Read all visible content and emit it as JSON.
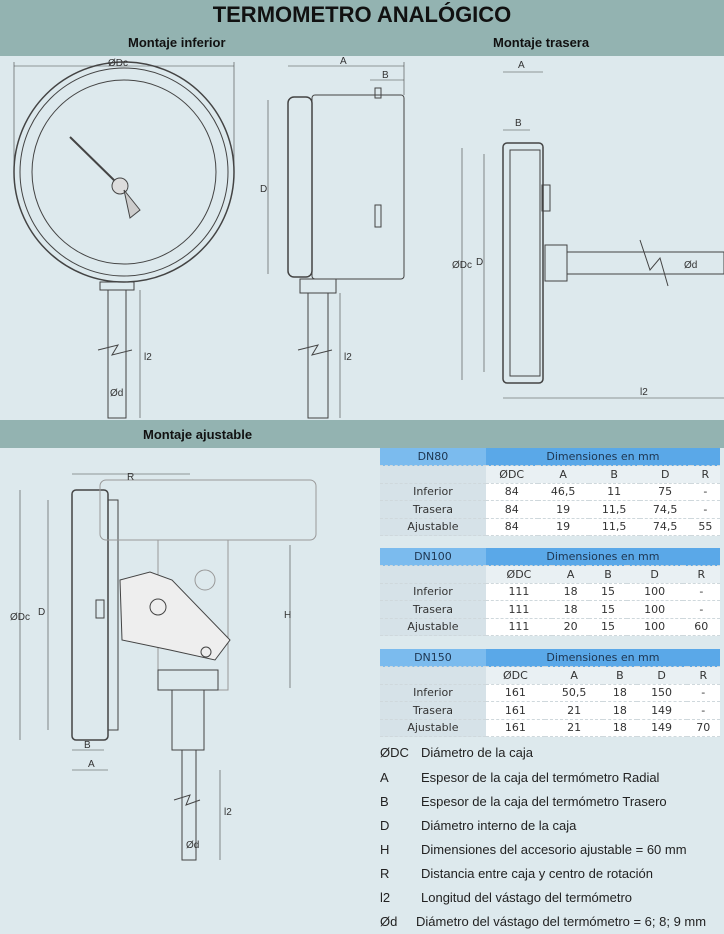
{
  "title": "TERMOMETRO ANALÓGICO",
  "sections": {
    "inferior": "Montaje inferior",
    "trasera": "Montaje trasera",
    "ajustable": "Montaje ajustable"
  },
  "labels": {
    "odc": "ØDc",
    "a": "A",
    "b": "B",
    "d": "D",
    "l2": "l2",
    "od": "Ød",
    "r": "R",
    "h": "H"
  },
  "tables": [
    {
      "dn": "DN80",
      "header": "Dimensiones en mm",
      "cols": [
        "ØDC",
        "A",
        "B",
        "D",
        "R"
      ],
      "rows": [
        [
          "Inferior",
          "84",
          "46,5",
          "11",
          "75",
          "-"
        ],
        [
          "Trasera",
          "84",
          "19",
          "11,5",
          "74,5",
          "-"
        ],
        [
          "Ajustable",
          "84",
          "19",
          "11,5",
          "74,5",
          "55"
        ]
      ]
    },
    {
      "dn": "DN100",
      "header": "Dimensiones en mm",
      "cols": [
        "ØDC",
        "A",
        "B",
        "D",
        "R"
      ],
      "rows": [
        [
          "Inferior",
          "111",
          "18",
          "15",
          "100",
          "-"
        ],
        [
          "Trasera",
          "111",
          "18",
          "15",
          "100",
          "-"
        ],
        [
          "Ajustable",
          "111",
          "20",
          "15",
          "100",
          "60"
        ]
      ]
    },
    {
      "dn": "DN150",
      "header": "Dimensiones en mm",
      "cols": [
        "ØDC",
        "A",
        "B",
        "D",
        "R"
      ],
      "rows": [
        [
          "Inferior",
          "161",
          "50,5",
          "18",
          "150",
          "-"
        ],
        [
          "Trasera",
          "161",
          "21",
          "18",
          "149",
          "-"
        ],
        [
          "Ajustable",
          "161",
          "21",
          "18",
          "149",
          "70"
        ]
      ]
    }
  ],
  "legend": [
    {
      "sym": "ØDC",
      "text": "Diámetro de la caja"
    },
    {
      "sym": "A",
      "text": "Espesor de la caja del termómetro Radial"
    },
    {
      "sym": "B",
      "text": "Espesor de la caja del termómetro Trasero"
    },
    {
      "sym": "D",
      "text": "Diámetro interno de la caja"
    },
    {
      "sym": "H",
      "text": "Dimensiones del accesorio ajustable = 60 mm"
    },
    {
      "sym": "R",
      "text": "Distancia entre caja y centro de rotación"
    },
    {
      "sym": "l2",
      "text": "Longitud del vástago del termómetro"
    },
    {
      "sym": "Ød",
      "text": "Diámetro del vástago del termómetro  = 6; 8; 9 mm"
    }
  ]
}
